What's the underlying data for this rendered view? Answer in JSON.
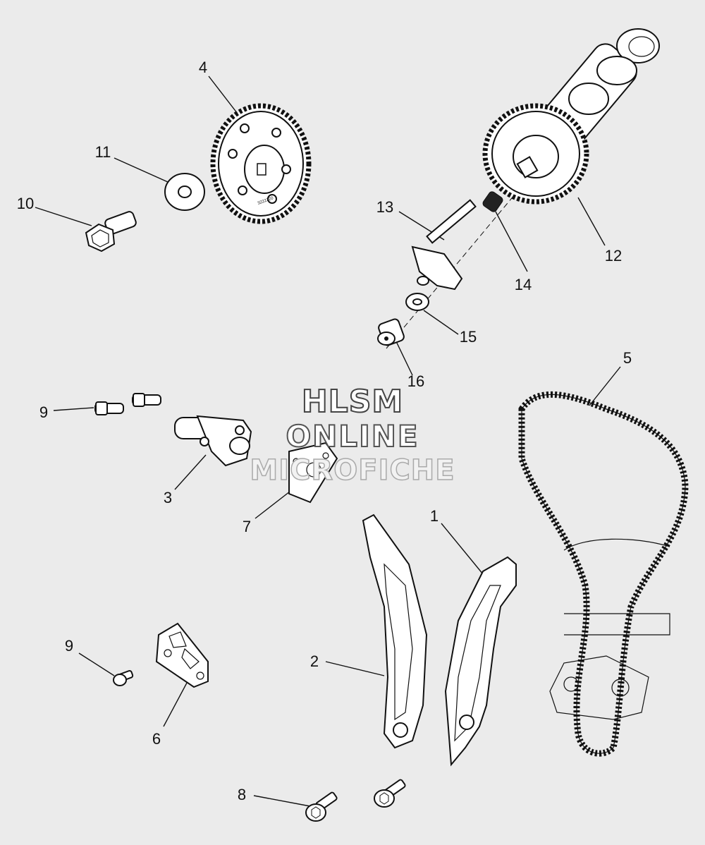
{
  "watermark": {
    "line1": "HLSM",
    "line2": "ONLINE",
    "line3": "MICROFICHE"
  },
  "callouts": [
    {
      "id": "callout-1",
      "label": "1"
    },
    {
      "id": "callout-2",
      "label": "2"
    },
    {
      "id": "callout-3",
      "label": "3"
    },
    {
      "id": "callout-4",
      "label": "4"
    },
    {
      "id": "callout-5",
      "label": "5"
    },
    {
      "id": "callout-6",
      "label": "6"
    },
    {
      "id": "callout-7",
      "label": "7"
    },
    {
      "id": "callout-8",
      "label": "8"
    },
    {
      "id": "callout-9a",
      "label": "9"
    },
    {
      "id": "callout-9b",
      "label": "9"
    },
    {
      "id": "callout-10",
      "label": "10"
    },
    {
      "id": "callout-11",
      "label": "11"
    },
    {
      "id": "callout-12",
      "label": "12"
    },
    {
      "id": "callout-13",
      "label": "13"
    },
    {
      "id": "callout-14",
      "label": "14"
    },
    {
      "id": "callout-15",
      "label": "15"
    },
    {
      "id": "callout-16",
      "label": "16"
    }
  ],
  "gear_marking": "3222220"
}
